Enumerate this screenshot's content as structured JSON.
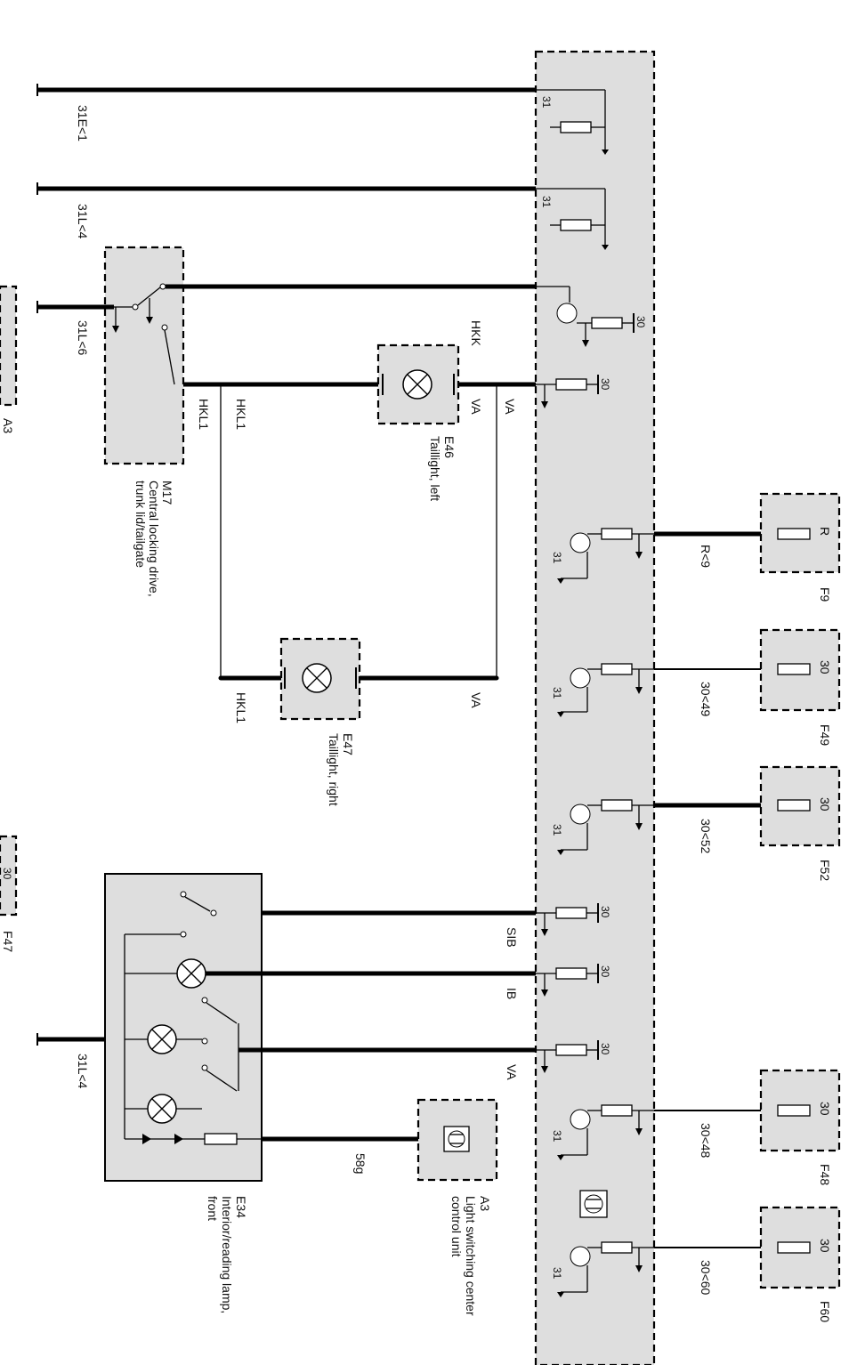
{
  "connectors": {
    "c1": "31E<1",
    "c2": "31L<4",
    "c3": "31L<6",
    "c4": "31L<4"
  },
  "signals": {
    "hkk": "HKK",
    "hkl1": "HKL1",
    "va": "VA",
    "sib": "SIB",
    "ib": "IB",
    "s58g": "58g"
  },
  "terminals": {
    "t31": "31",
    "t30": "30",
    "r": "R"
  },
  "wires": {
    "r9": "R<9",
    "w30_49": "30<49",
    "w30_52": "30<52",
    "w30_48": "30<48",
    "w30_60": "30<60"
  },
  "fuses": {
    "f9": "F9",
    "f49": "F49",
    "f52": "F52",
    "f48": "F48",
    "f60": "F60",
    "f47": "F47"
  },
  "components": {
    "m17_id": "M17",
    "m17_line1": "Central locking drive,",
    "m17_line2": "trunk lid/tailgate",
    "e46_id": "E46",
    "e46_name": "Taillight, left",
    "e47_id": "E47",
    "e47_name": "Taillight, right",
    "e34_id": "E34",
    "e34_line1": "Interior/reading lamp,",
    "e34_line2": "front",
    "a3_id": "A3",
    "a3_line1": "Light switching center",
    "a3_line2": "control unit",
    "a3_edge": "A3"
  }
}
